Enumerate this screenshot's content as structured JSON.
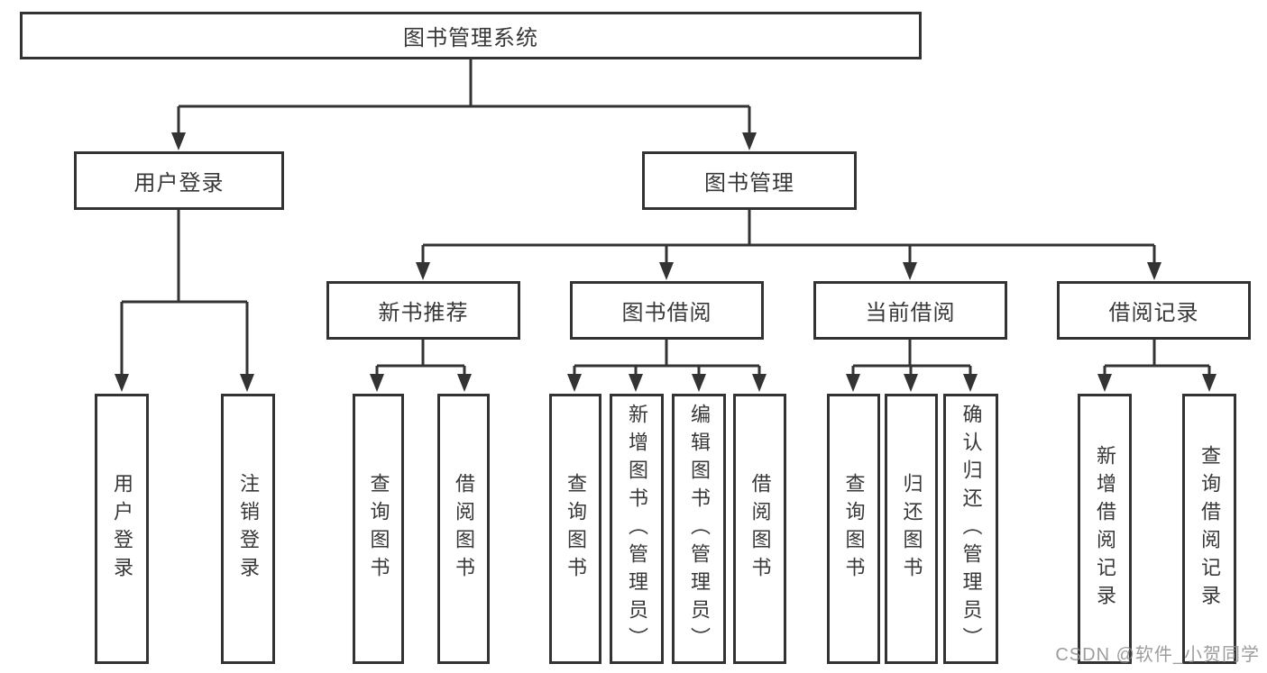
{
  "diagram": {
    "root": {
      "label": "图书管理系统"
    },
    "level2": [
      {
        "label": "用户登录",
        "children": [
          {
            "label": "用户登录"
          },
          {
            "label": "注销登录"
          }
        ]
      },
      {
        "label": "图书管理",
        "children": [
          {
            "label": "新书推荐",
            "children": [
              {
                "label": "查询图书"
              },
              {
                "label": "借阅图书"
              }
            ]
          },
          {
            "label": "图书借阅",
            "children": [
              {
                "label": "查询图书"
              },
              {
                "label": "新增图书（管理员）"
              },
              {
                "label": "编辑图书（管理员）"
              },
              {
                "label": "借阅图书"
              }
            ]
          },
          {
            "label": "当前借阅",
            "children": [
              {
                "label": "查询图书"
              },
              {
                "label": "归还图书"
              },
              {
                "label": "确认归还（管理员）"
              }
            ]
          },
          {
            "label": "借阅记录",
            "children": [
              {
                "label": "新增借阅记录"
              },
              {
                "label": "查询借阅记录"
              }
            ]
          }
        ]
      }
    ]
  },
  "watermark": {
    "text": "CSDN @软件_小贺同学"
  },
  "colors": {
    "line": "#333333",
    "text": "#383838",
    "watermark": "#8c8c8c",
    "background": "#ffffff"
  }
}
